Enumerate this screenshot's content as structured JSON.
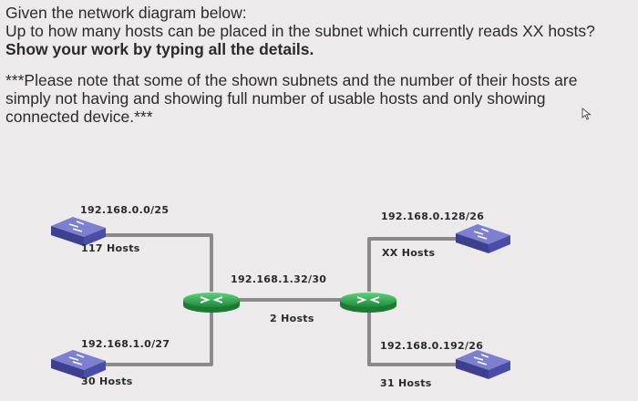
{
  "question": {
    "line1": "Given the network diagram below:",
    "line2": "Up to how many hosts can be placed in the subnet which currently reads XX hosts?",
    "line3": "Show your work by typing all the details.",
    "note_line1": "***Please note that some of the shown subnets and the number of their hosts are",
    "note_line2": "simply not having and showing full number of usable hosts and only showing",
    "note_line3": "connected device.***"
  },
  "diagram": {
    "top_left": {
      "subnet": "192.168.0.0/25",
      "hosts": "117 Hosts"
    },
    "bottom_left": {
      "subnet": "192.168.1.0/27",
      "hosts": "30 Hosts"
    },
    "link": {
      "subnet": "192.168.1.32/30",
      "hosts": "2 Hosts"
    },
    "top_right": {
      "subnet": "192.168.0.128/26",
      "hosts": "XX Hosts"
    },
    "bottom_right": {
      "subnet": "192.168.0.192/26",
      "hosts": "31 Hosts"
    }
  },
  "colors": {
    "router": "#2fa84f",
    "switch": "#5a5bb0",
    "cable": "#8a8a8a"
  },
  "icons": {
    "router": "router-icon",
    "switch": "switch-icon",
    "cursor": "mouse-cursor-icon"
  }
}
